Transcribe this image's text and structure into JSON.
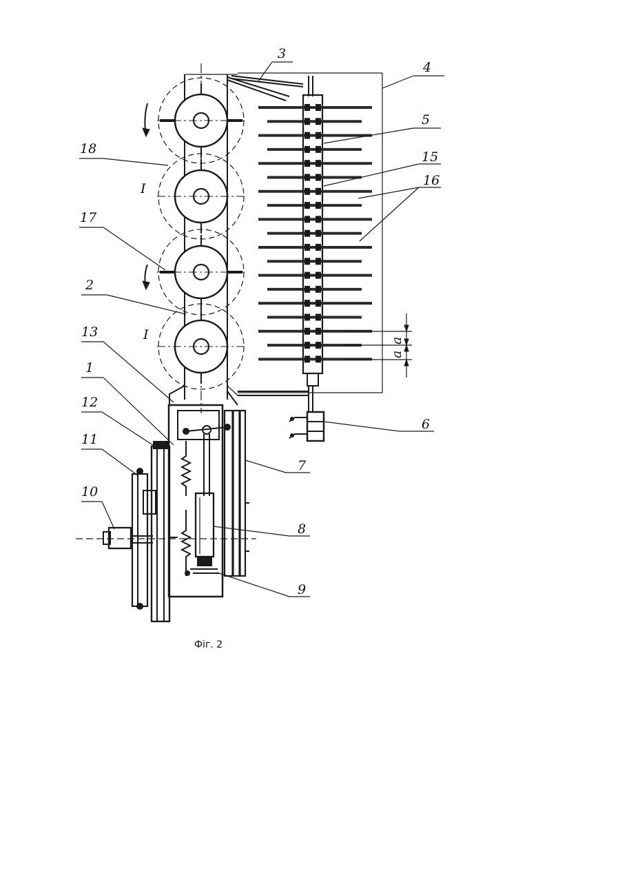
{
  "figure": {
    "caption": "Фіг. 2",
    "labels": {
      "l1": "1",
      "l2": "2",
      "l3": "3",
      "l4": "4",
      "l5": "5",
      "l6": "6",
      "l7": "7",
      "l8": "8",
      "l9": "9",
      "l10": "10",
      "l11": "11",
      "l12": "12",
      "l13": "13",
      "l15": "15",
      "l16": "16",
      "l17": "17",
      "l18": "18",
      "roman_1a": "I",
      "roman_1b": "I",
      "dim_a1": "a",
      "dim_a2": "a"
    }
  }
}
